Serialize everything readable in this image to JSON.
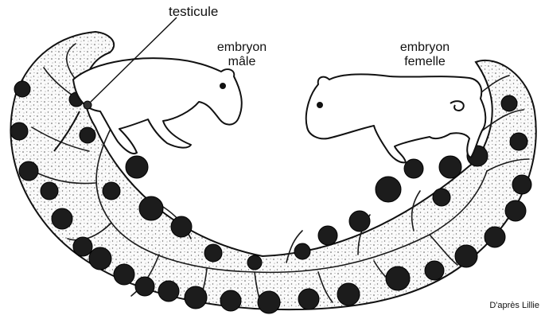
{
  "labels": {
    "testicule": "testicule",
    "male_line1": "embryon",
    "male_line2": "mâle",
    "female_line1": "embryon",
    "female_line2": "femelle",
    "credit": "D'après Lillie"
  }
}
